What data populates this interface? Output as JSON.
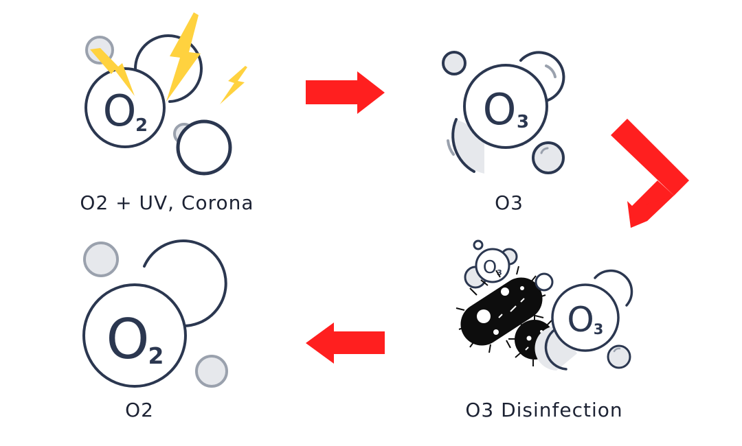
{
  "colors": {
    "outline": "#2b3750",
    "bubble_fill": "#e6e8ec",
    "bubble_grey_stroke": "#9aa1ad",
    "bolt": "#ffd23f",
    "arrow": "#ff1f1f",
    "bacteria": "#0d0d0d",
    "background": "#ffffff"
  },
  "stages": [
    {
      "id": "o2-uv",
      "label": "O2 + UV, Corona",
      "molecule": "O",
      "subscript": "2"
    },
    {
      "id": "o3",
      "label": "O3",
      "molecule": "O",
      "subscript": "3"
    },
    {
      "id": "o3-disinfection",
      "label": "O3 Disinfection",
      "molecule": "O",
      "subscript": "3"
    },
    {
      "id": "o2-final",
      "label": "O2",
      "molecule": "O",
      "subscript": "2"
    }
  ]
}
